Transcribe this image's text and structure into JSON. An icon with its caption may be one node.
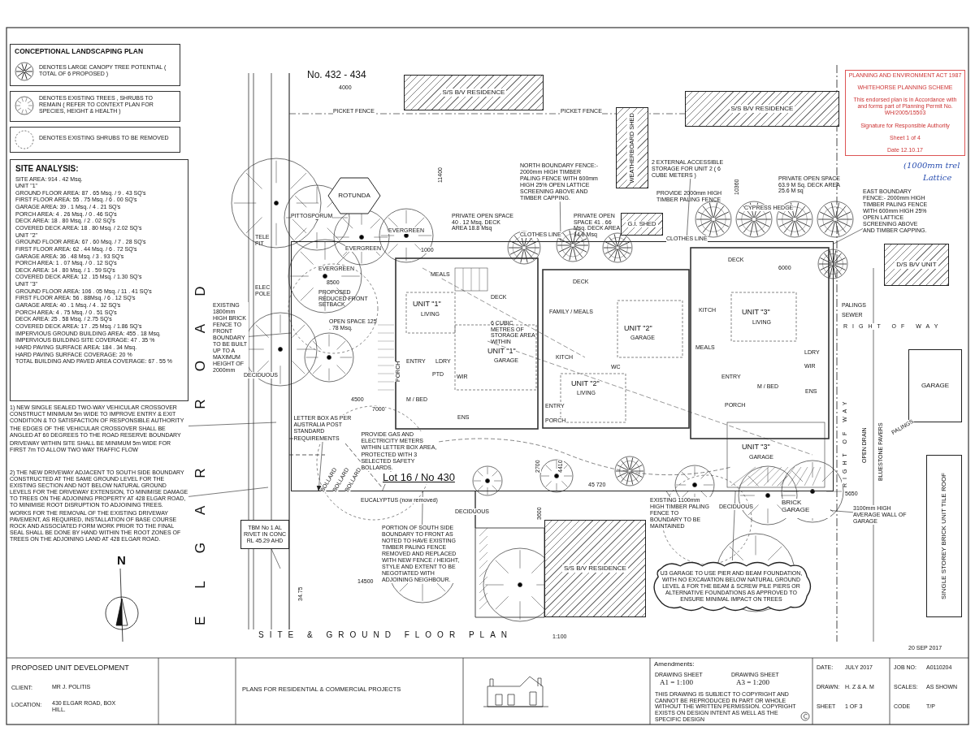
{
  "diagram": {
    "title": "SITE & GROUND FLOOR PLAN",
    "nodes": [
      {
        "text": [
          "ROTUNDA"
        ]
      },
      {
        "text": [
          "WEATHERBOARD SHED"
        ]
      },
      {
        "text": [
          "G.I. SHED"
        ]
      },
      {
        "text": [
          "S/S B/V RESIDENCE"
        ]
      },
      {
        "text": [
          "S/S B/V RESIDENCE"
        ]
      },
      {
        "text": [
          "S/S B/V RESIDENCE"
        ]
      },
      {
        "text": [
          "BRICK GARAGE"
        ]
      },
      {
        "text": [
          "D/S B/V UNIT"
        ]
      },
      {
        "text": [
          "SINGLE STOREY BRICK UNIT TILE ROOF"
        ]
      },
      {
        "text": [
          "GARAGE"
        ]
      },
      {
        "text": [
          "TBM No 1 AL RIVET IN CONC RL 45.29 AHD"
        ]
      },
      {
        "text": [
          "SITE ANALYSIS:",
          "SITE AREA: 914 . 42 Msq.",
          "UNIT \"1\"",
          "GROUND FLOOR AREA: 87 . 65 Msq. / 9 . 43 SQ's",
          "FIRST FLOOR AREA: 55 . 75 Msq. / 6 . 00 SQ's",
          "GARAGE AREA: 39 . 1 Msq. / 4 . 21 SQ's",
          "PORCH AREA: 4 . 26 Msq. / 0 . 46 SQ's",
          "DECK AREA: 18 . 80 Msq. / 2 . 02 SQ's",
          "COVERED DECK AREA: 18 . 80 Msq. / 2.02 SQ's",
          "UNIT \"2\"",
          "GROUND FLOOR AREA: 67 . 60 Msq. / 7 . 28 SQ's",
          "FIRST FLOOR AREA: 62 . 44 Msq. / 6 . 72 SQ's",
          "GARAGE AREA: 36 . 48 Msq. / 3 . 93 SQ's",
          "PORCH AREA: 1 . 07 Msq. / 0 . 12 SQ's",
          "DECK AREA: 14 . 80 Msq. / 1 . 59 SQ's",
          "COVERED DECK AREA: 12 . 15 Msq. / 1.30 SQ's",
          "UNIT \"3\"",
          "GROUND FLOOR AREA: 106 . 05 Msq. / 11 . 41 SQ's",
          "FIRST FLOOR AREA: 56 . 88Msq. / 6 . 12 SQ's",
          "GARAGE AREA: 40 . 1 Msq. / 4 . 32 SQ's",
          "PORCH AREA: 4 . 75 Msq. / 0 . 51 SQ's",
          "DECK AREA: 25 . 58 Msq. / 2.75 SQ's",
          "COVERED DECK AREA: 17 . 25 Msq. / 1.86 SQ's",
          "IMPERVIOUS GROUND BUILDING AREA: 455 . 18 Msq.",
          "IMPERVIOUS BUILDING SITE COVERAGE: 47 . 35 %",
          "HARD PAVING SURFACE AREA: 184 . 34 Msq.",
          "HARD PAVING SURFACE COVERAGE: 20 %",
          "TOTAL BUILDING AND PAVED AREA COVERAGE: 67 . 55 %"
        ]
      },
      {
        "text": [
          "U3 GARAGE TO USE PIER AND BEAM FOUNDATION, WITH NO EXCAVATION BELOW NATURAL GROUND LEVEL & FOR THE BEAM & SCREW PILE PIERS OR ALTERNATIVE FOUNDATIONS AS APPROVED TO ENSURE MINIMAL IMPACT ON TREES"
        ]
      },
      {
        "text": [
          "1) NEW SINGLE SEALED TWO-WAY VEHICULAR CROSSOVER CONSTRUCT MINIMUM 5m WIDE TO IMPROVE ENTRY & EXIT CONDITION & TO SATISFACTION OF RESPONSIBLE AUTHORITY",
          "THE EDGES OF THE VEHICULAR CROSSOVER SHALL BE ANGLED AT 60 DEGREES TO THE ROAD RESERVE BOUNDARY",
          "DRIVEWAY WITHIN SITE SHALL BE MINIMUM 5m WIDE FOR FIRST 7m TO ALLOW TWO WAY TRAFFIC FLOW"
        ]
      },
      {
        "text": [
          "2) THE NEW DRIVEWAY ADJACENT TO SOUTH SIDE BOUNDARY CONSTRUCTED AT THE SAME GROUND LEVEL FOR THE EXISTING SECTION AND NOT BELOW NATURAL GROUND LEVELS FOR THE DRIVEWAY EXTENSION, TO MINIMISE DAMAGE TO TREES ON THE ADJOINING PROPERTY AT 428 ELGAR ROAD, TO MINIMISE ROOT DISRUPTION TO ADJOINING TREES.",
          "WORKS FOR THE REMOVAL OF THE EXISTING DRIVEWAY PAVEMENT, AS REQUIRED, INSTALLATION OF BASE COURSE ROCK AND ASSOCIATED FORM WORK PRIOR TO THE FINAL SEAL SHALL BE DONE BY HAND WITHIN THE ROOT ZONES OF TREES ON THE ADJOINING LAND AT 428 ELGAR ROAD."
        ]
      },
      {
        "text": [
          "EXISTING 1800mm HIGH BRICK FENCE TO FRONT BOUNDARY TO BE BUILT UP TO A MAXIMUM HEIGHT OF 2000mm"
        ]
      },
      {
        "text": [
          "Lot 16 / No 430"
        ]
      },
      {
        "text": [
          "LETTER BOX AS PER AUSTRALIA POST STANDARD REQUIREMENTS"
        ],
        "in": 16
      },
      {
        "text": [
          "PROVIDE GAS AND ELECTRICITY METERS WITHIN LETTER BOX AREA, PROTECTED WITH 3 SELECTED SAFETY BOLLARDS."
        ],
        "in": 16
      },
      {
        "text": [
          "PORTION OF SOUTH SIDE BOUNDARY TO FRONT AS NOTED TO HAVE EXISTING TIMBER PALING FENCE REMOVED AND REPLACED WITH NEW FENCE / HEIGHT, STYLE AND EXTENT TO BE NEGOTIATED WITH ADJOINING NEIGHBOUR."
        ]
      },
      {
        "text": [
          "EXISTING 1100mm HIGH TIMBER PALING FENCE TO BOUNDARY TO BE MAINTAINED"
        ]
      },
      {
        "text": [
          "NORTH BOUNDARY FENCE:- 2000mm HIGH TIMBER PALING FENCE WITH 600mm HIGH 25% OPEN LATTICE SCREENING ABOVE AND TIMBER CAPPING."
        ]
      },
      {
        "text": [
          "EAST BOUNDARY FENCE:- 2000mm HIGH TIMBER PALING FENCE WITH 600mm HIGH 25% OPEN LATTICE SCREENING ABOVE AND TIMBER CAPPING."
        ]
      },
      {
        "text": [
          "2 EXTERNAL ACCESSIBLE STORAGE FOR UNIT 2 ( 6 CUBE METERS )"
        ]
      },
      {
        "text": [
          "3100mm HIGH AVERAGE WALL OF GARAGE"
        ]
      },
      {
        "text": [
          "PLANNING AND ENVIRONMENT ACT 1987",
          "WHITEHORSE PLANNING SCHEME",
          "This endorsed plan is in Accordance with and forms part of Planning Permit No. WH/2005/15503",
          "Signature for Responsible Authority",
          "Sheet 1 of 4",
          "Date 12.10.17"
        ]
      }
    ],
    "edges": [
      {
        "from": 13,
        "to": null,
        "arrow": "none"
      },
      {
        "from": 14,
        "to": null,
        "arrow": "none"
      },
      {
        "from": 15,
        "to": 16,
        "arrow": "none"
      },
      {
        "from": 17,
        "to": 16,
        "arrow": "to"
      },
      {
        "from": 18,
        "to": 16,
        "arrow": "none"
      },
      {
        "from": 19,
        "to": 16,
        "arrow": "none"
      },
      {
        "from": 20,
        "to": 16,
        "arrow": "none"
      },
      {
        "from": 12,
        "to": 16,
        "arrow": "none"
      },
      {
        "from": 21,
        "to": 16,
        "arrow": "none"
      },
      {
        "from": 22,
        "to": 16,
        "arrow": "none"
      },
      {
        "from": 23,
        "to": 16,
        "arrow": "none"
      },
      {
        "from": 24,
        "to": 6,
        "arrow": "none"
      },
      {
        "from": 10,
        "to": null,
        "arrow": "none"
      }
    ],
    "labels": [
      "CONCEPTIONAL LANDSCAPING PLAN",
      "ELGAR ROAD",
      "No. 432 - 434",
      "4000",
      "PICKET FENCE",
      "PICKET FENCE",
      "11400",
      "10360",
      "PITTOSPORUM",
      "EVERGREEN",
      "EVERGREEN",
      "TELE PIT",
      "ELEC POLE",
      "EVERGREEN",
      "8500",
      "PROPOSED REDUCED FRONT SETBACK",
      "OPEN SPACE 125 . 78 Msq.",
      "DECIDUOUS",
      "4500",
      "7000",
      "BOLLARD",
      "BOLLARD",
      "BOLLARD",
      "EUCALYPTUS (now removed)",
      "DECIDUOUS",
      "14500",
      "34.75",
      "PRIVATE OPEN SPACE 40 . 12 Msq. DECK AREA 18.8 Msq",
      "CLOTHES LINE",
      "PRIVATE OPEN SPACE 41 . 66 Msq. DECK AREA 14.8 Msq",
      "CLOTHES LINE",
      "PROVIDE 2000mm HIGH TIMBER PALING FENCE",
      "CYPRESS HEDGE",
      "PRIVATE OPEN SPACE 63.9 M Sq. DECK AREA 25.6 M sq",
      "1000",
      "MEALS",
      "UNIT \"1\"",
      "LIVING",
      "DECK",
      "6 CUBIC METRES OF STORAGE AREA WITHIN",
      "UNIT \"1\"",
      "GARAGE",
      "PORCH",
      "ENTRY",
      "LDRY",
      "PTD",
      "WIR",
      "M / BED",
      "ENS",
      "DECK",
      "FAMILY / MEALS",
      "KITCH",
      "UNIT \"2\"",
      "GARAGE",
      "WC",
      "UNIT \"2\"",
      "LIVING",
      "ENTRY",
      "PORCH",
      "DECK",
      "6000",
      "KITCH",
      "UNIT \"3\"",
      "LIVING",
      "MEALS",
      "ENTRY",
      "M / BED",
      "LDRY",
      "WIR",
      "ENS",
      "PORCH",
      "UNIT \"3\"",
      "GARAGE",
      "SEWER",
      "PALINGS",
      "RIGHT OF WAY",
      "RIGHT OF WAY",
      "OPEN DRAIN",
      "BLUESTONE PAVERS",
      "PALINGS",
      "3600",
      "2700",
      "4410",
      "45 720",
      "DECIDUOUS",
      "5650",
      "(1000mm trel",
      "Lattice",
      "N",
      "1:100",
      "20 SEP 2017",
      "PROPOSED UNIT DEVELOPMENT",
      "CLIENT:",
      "MR J. POLITIS",
      "LOCATION:",
      "430 ELGAR ROAD, BOX HILL.",
      "PLANS FOR RESIDENTIAL & COMMERCIAL PROJECTS",
      "Amendments:",
      "DRAWING SHEET",
      "A1 = 1:100",
      "DRAWING SHEET",
      "A3 = 1:200",
      "THIS DRAWING IS SUBJECT TO COPYRIGHT AND CANNOT BE REPRODUCED IN PART OR WHOLE WITHOUT THE WRITTEN PERMISSION. COPYRIGHT EXISTS ON DESIGN INTENT AS WELL AS THE SPECIFIC DESIGN",
      "DATE:",
      "JULY 2017",
      "JOB NO:",
      "A0110204",
      "DRAWN:",
      "H. Z & A. M",
      "SCALES:",
      "AS SHOWN",
      "SHEET",
      "1 OF 3",
      "CODE",
      "T/P"
    ],
    "legend": [
      {
        "text": "DENOTES LARGE CANOPY TREE POTENTIAL ( TOTAL OF 6 PROPOSED )"
      },
      {
        "text": "DENOTES EXISTING TREES , SHRUBS TO REMAIN ( REFER TO CONTEXT PLAN FOR SPECIES, HEIGHT & HEALTH )"
      },
      {
        "text": "DENOTES EXISTING SHRUBS TO BE REMOVED"
      }
    ]
  }
}
